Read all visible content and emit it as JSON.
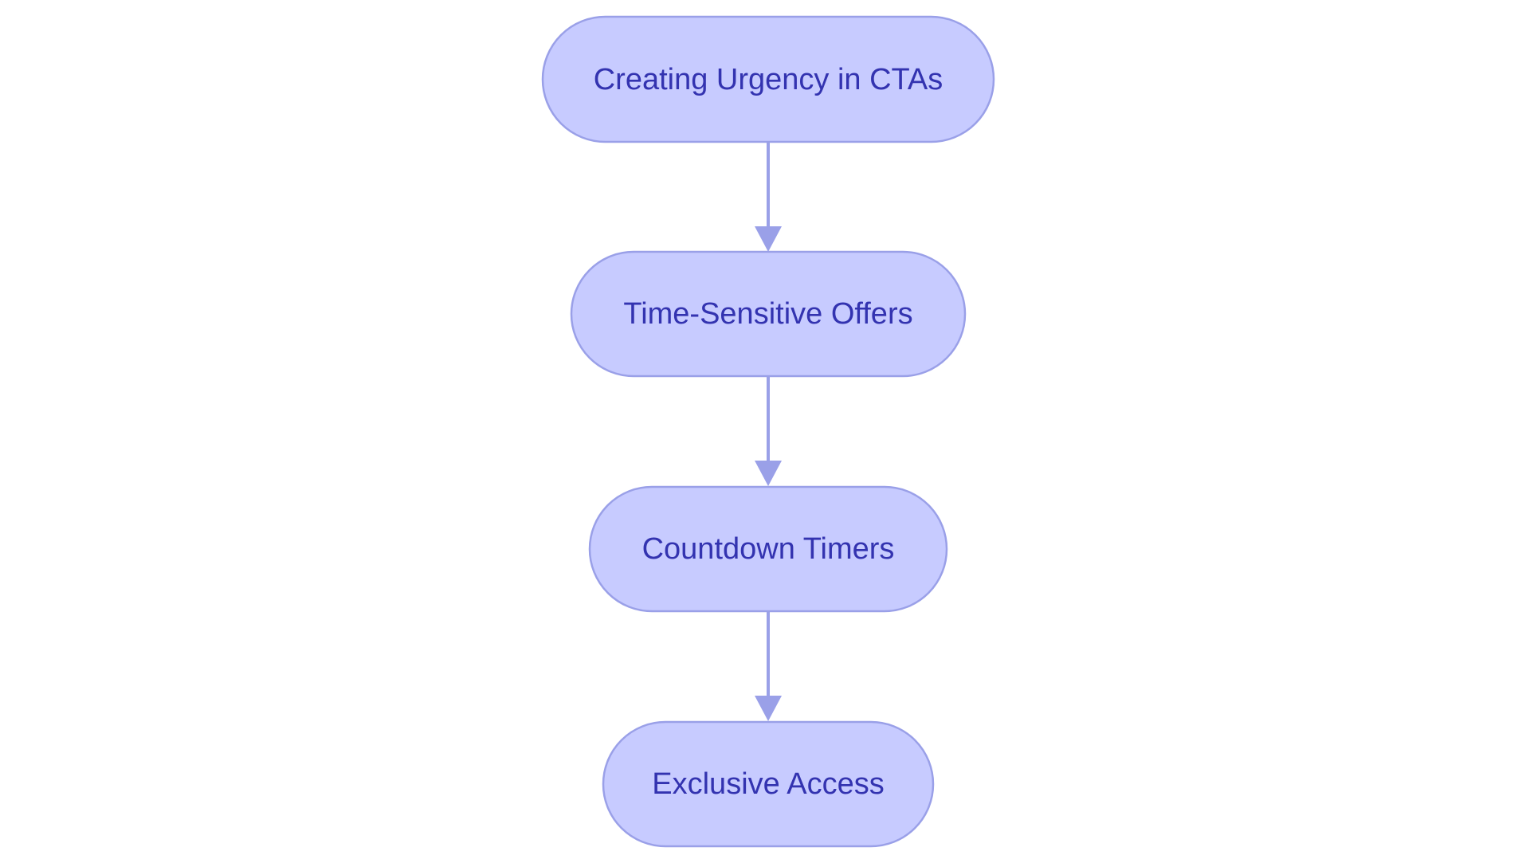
{
  "diagram": {
    "type": "flowchart",
    "nodes": [
      {
        "id": "n1",
        "label": "Creating Urgency in CTAs"
      },
      {
        "id": "n2",
        "label": "Time-Sensitive Offers"
      },
      {
        "id": "n3",
        "label": "Countdown Timers"
      },
      {
        "id": "n4",
        "label": "Exclusive Access"
      }
    ],
    "edges": [
      {
        "from": "n1",
        "to": "n2"
      },
      {
        "from": "n2",
        "to": "n3"
      },
      {
        "from": "n3",
        "to": "n4"
      }
    ],
    "colors": {
      "node_fill": "#c7cbff",
      "node_stroke": "#9aa0e8",
      "label": "#3333b0",
      "edge": "#9aa0e8"
    }
  }
}
